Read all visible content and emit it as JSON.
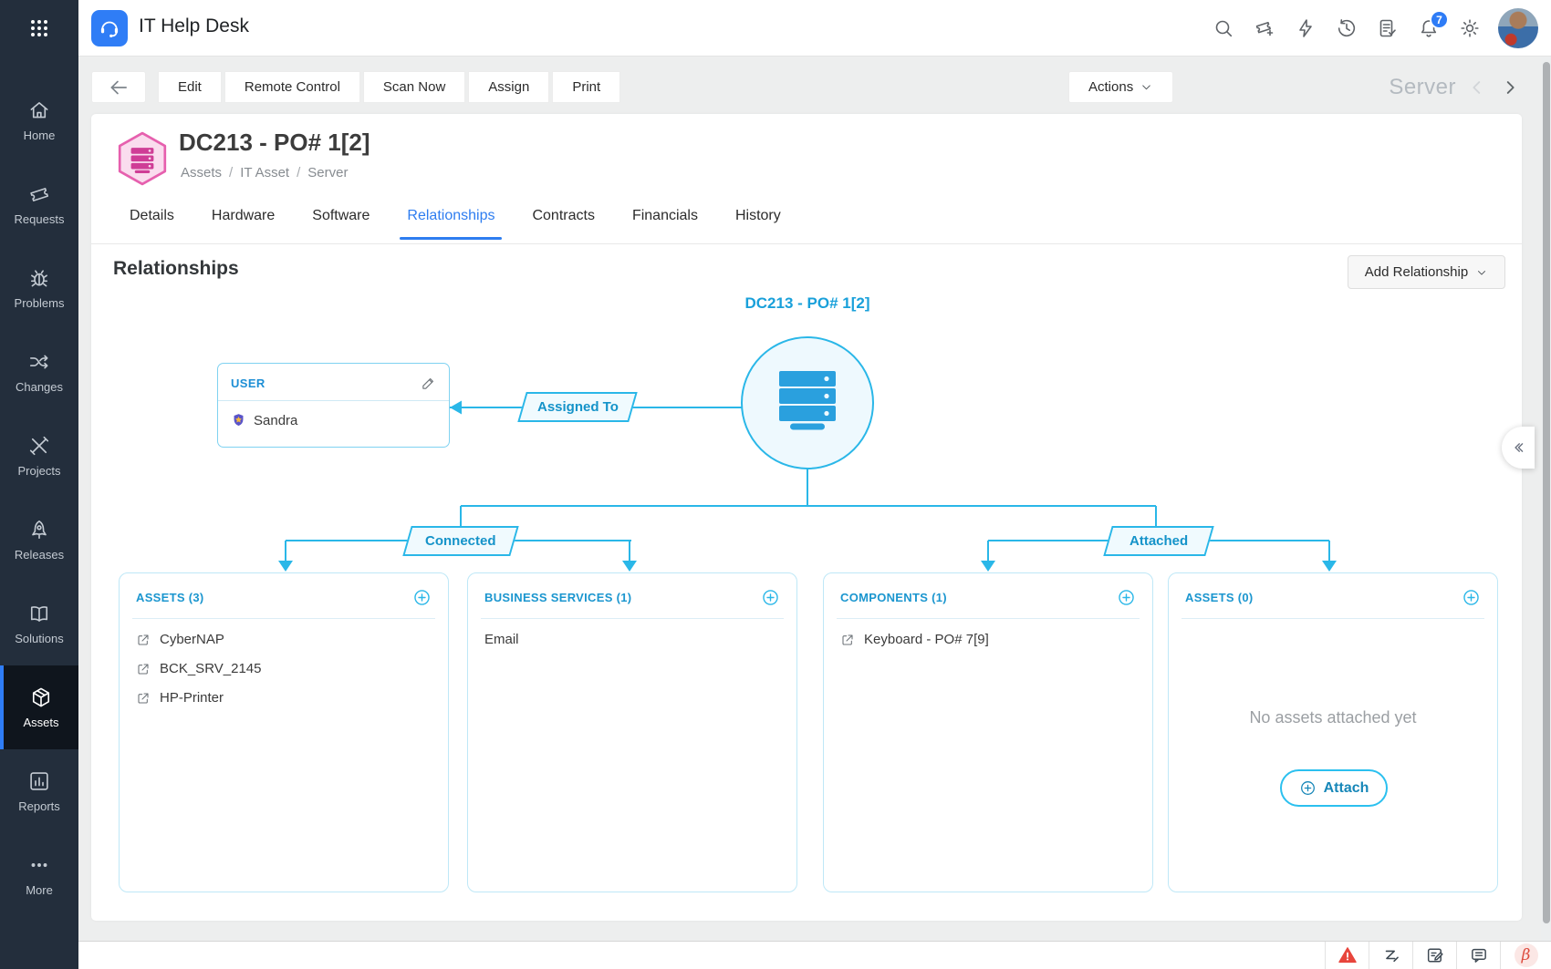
{
  "header": {
    "app_title": "IT Help Desk",
    "notification_count": "7",
    "icons": [
      "apps-grid",
      "headset-logo",
      "search",
      "new-request-ticket",
      "quick-actions-bolt",
      "history-clock",
      "approvals-checklist",
      "notifications-bell",
      "settings-gear",
      "avatar"
    ]
  },
  "sidebar": {
    "items": [
      {
        "label": "Home",
        "icon": "home",
        "active": false
      },
      {
        "label": "Requests",
        "icon": "ticket",
        "active": false
      },
      {
        "label": "Problems",
        "icon": "bug",
        "active": false
      },
      {
        "label": "Changes",
        "icon": "shuffle",
        "active": false
      },
      {
        "label": "Projects",
        "icon": "crossed-tools",
        "active": false
      },
      {
        "label": "Releases",
        "icon": "rocket",
        "active": false
      },
      {
        "label": "Solutions",
        "icon": "open-book",
        "active": false
      },
      {
        "label": "Assets",
        "icon": "cube",
        "active": true
      },
      {
        "label": "Reports",
        "icon": "bar-chart",
        "active": false
      },
      {
        "label": "More",
        "icon": "ellipsis",
        "active": false
      }
    ]
  },
  "toolbar": {
    "buttons": [
      "Edit",
      "Remote Control",
      "Scan Now",
      "Assign",
      "Print"
    ],
    "actions_label": "Actions",
    "module_label": "Server"
  },
  "page": {
    "title": "DC213 - PO# 1[2]",
    "type_icon": "server-hexagon",
    "breadcrumb": [
      "Assets",
      "IT Asset",
      "Server"
    ],
    "breadcrumb_separator": "/"
  },
  "tabs": {
    "items": [
      "Details",
      "Hardware",
      "Software",
      "Relationships",
      "Contracts",
      "Financials",
      "History"
    ],
    "active": "Relationships"
  },
  "relationships": {
    "heading": "Relationships",
    "add_button": "Add Relationship",
    "node": {
      "title": "DC213 - PO# 1[2]",
      "icon": "server-stack"
    },
    "labels": {
      "assigned": "Assigned To",
      "connected": "Connected",
      "attached": "Attached"
    },
    "user_box": {
      "title": "USER",
      "user": "Sandra",
      "user_icon": "shield-star",
      "edit_icon": "pencil"
    },
    "cards": [
      {
        "title": "ASSETS (3)",
        "items": [
          "CyberNAP",
          "BCK_SRV_2145",
          "HP-Printer"
        ]
      },
      {
        "title": "BUSINESS SERVICES (1)",
        "items": [
          "Email"
        ]
      },
      {
        "title": "COMPONENTS (1)",
        "items": [
          "Keyboard - PO# 7[9]"
        ]
      },
      {
        "title": "ASSETS (0)",
        "items": [],
        "empty_text": "No assets attached yet",
        "attach_label": "Attach"
      }
    ]
  },
  "footer": {
    "icons": [
      "warning-triangle",
      "zia-assistant",
      "feedback-edit",
      "chat-bubble"
    ],
    "beta": "β"
  },
  "colors": {
    "accent_cyan": "#2ab7e8",
    "flow_text": "#1593c9",
    "active_tab_blue": "#2e7df0",
    "sidebar_active_blue": "#2f7df6",
    "asset_pink": "#e660ae",
    "warning_red": "#e8453c",
    "notification_blue": "#2e7cf6"
  }
}
